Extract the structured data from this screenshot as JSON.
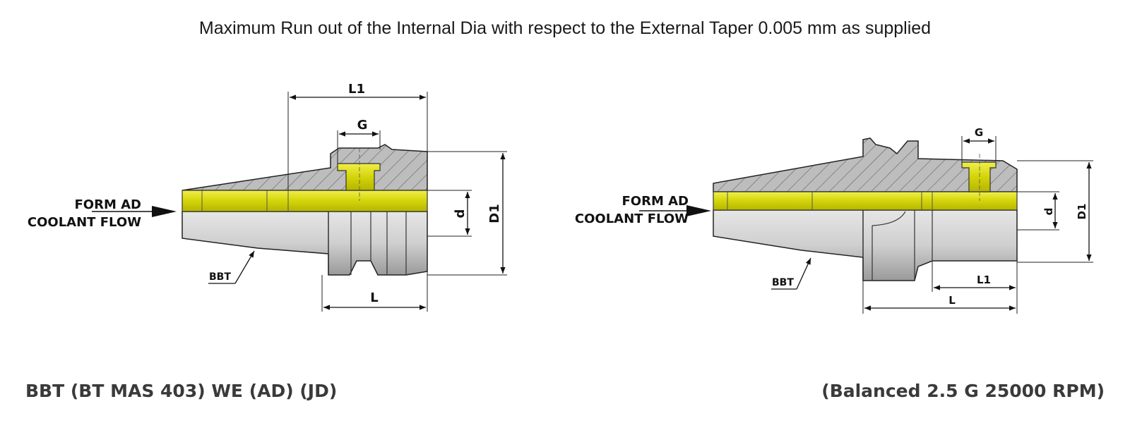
{
  "header": {
    "caption": "Maximum Run out of the Internal Dia with respect to the External Taper 0.005 mm as supplied"
  },
  "left_drawing": {
    "flow_line1": "FORM AD",
    "flow_line2": "COOLANT FLOW",
    "taper_label": "BBT",
    "dim_l1": "L1",
    "dim_g": "G",
    "dim_d": "d",
    "dim_d1": "D1",
    "dim_l": "L"
  },
  "right_drawing": {
    "flow_line1": "FORM AD",
    "flow_line2": "COOLANT FLOW",
    "taper_label": "BBT",
    "dim_g": "G",
    "dim_d": "d",
    "dim_d1": "D1",
    "dim_l1": "L1",
    "dim_l": "L"
  },
  "footer": {
    "left_title": "BBT (BT MAS 403) WE (AD) (JD)",
    "right_title": "(Balanced 2.5 G 25000 RPM)"
  },
  "colors": {
    "coolant_yellow": "#d9d90a",
    "body_gray": "#c4c4c4",
    "section_gray": "#b3b3b3",
    "line": "#1a1a1a"
  }
}
